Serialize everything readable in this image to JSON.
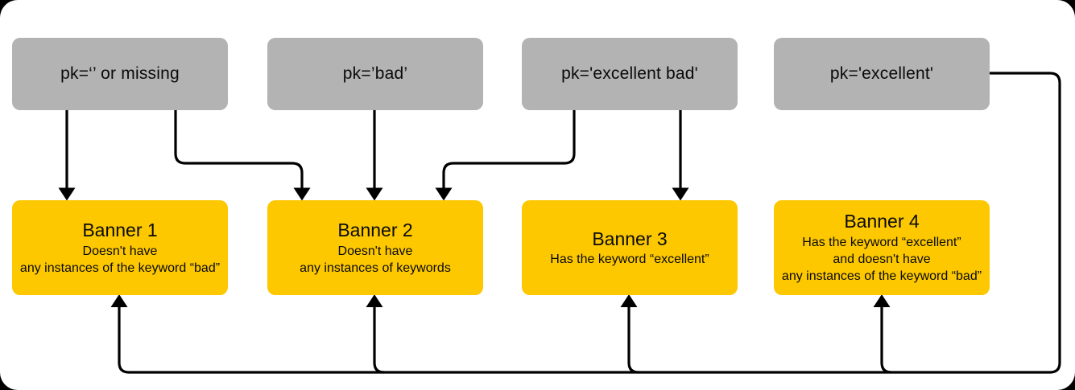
{
  "colors": {
    "background": "#ffffff",
    "source_box": "#b3b3b3",
    "banner_box": "#fdc800",
    "arrow": "#000000",
    "text": "#0a0a0a"
  },
  "sources": [
    {
      "label": "pk=‘’ or missing"
    },
    {
      "label": "pk=’bad’"
    },
    {
      "label": "pk='excellent bad'"
    },
    {
      "label": "pk='excellent'"
    }
  ],
  "banners": [
    {
      "title": "Banner 1",
      "lines": [
        "Doesn't have",
        "any instances of the keyword “bad”"
      ]
    },
    {
      "title": "Banner 2",
      "lines": [
        "Doesn't have",
        "any instances of keywords"
      ]
    },
    {
      "title": "Banner 3",
      "lines": [
        "Has the keyword “excellent”"
      ]
    },
    {
      "title": "Banner 4",
      "lines": [
        "Has the keyword “excellent”",
        "and doesn't have",
        "any instances of the keyword “bad”"
      ]
    }
  ],
  "edges": [
    {
      "from": "pk=‘’ or missing",
      "to": "Banner 1"
    },
    {
      "from": "pk=‘’ or missing",
      "to": "Banner 2"
    },
    {
      "from": "pk=’bad’",
      "to": "Banner 2"
    },
    {
      "from": "pk='excellent bad'",
      "to": "Banner 2"
    },
    {
      "from": "pk='excellent bad'",
      "to": "Banner 3"
    },
    {
      "from": "pk='excellent'",
      "to": "Banner 1"
    },
    {
      "from": "pk='excellent'",
      "to": "Banner 2"
    },
    {
      "from": "pk='excellent'",
      "to": "Banner 3"
    },
    {
      "from": "pk='excellent'",
      "to": "Banner 4"
    }
  ]
}
